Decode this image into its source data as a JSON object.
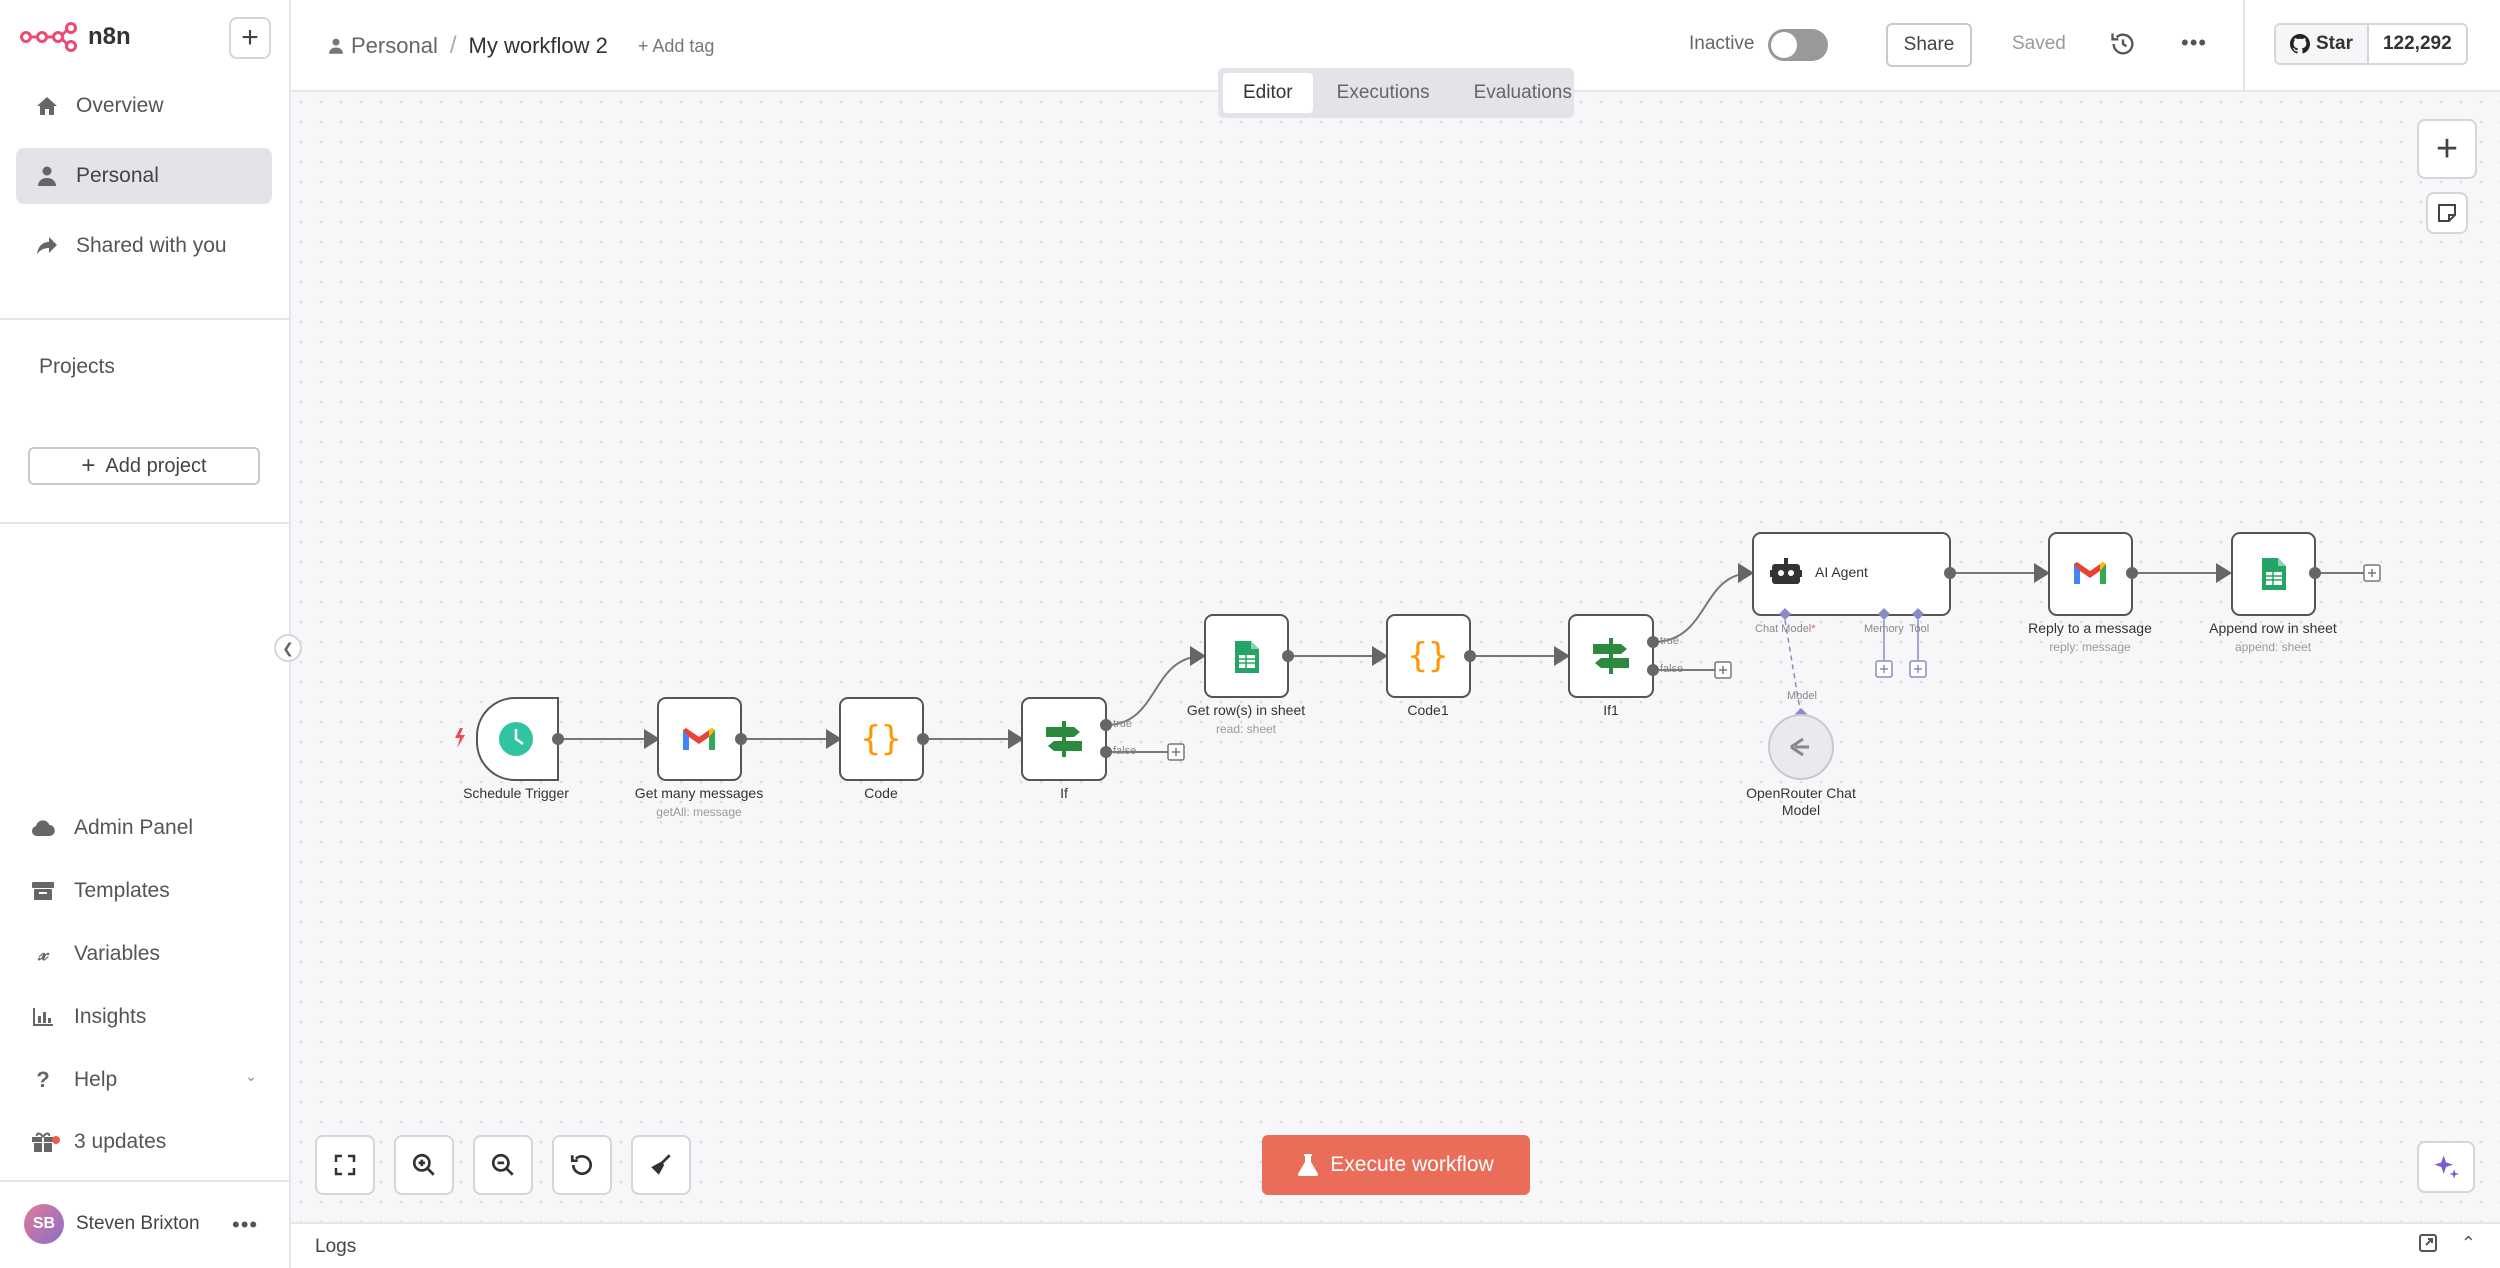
{
  "app": {
    "logo_text": "n8n"
  },
  "sidebar": {
    "nav": [
      {
        "label": "Overview",
        "icon": "home-icon"
      },
      {
        "label": "Personal",
        "icon": "user-icon",
        "active": true
      },
      {
        "label": "Shared with you",
        "icon": "share-icon"
      }
    ],
    "projects_title": "Projects",
    "add_project_label": "Add project",
    "bottom": [
      {
        "label": "Admin Panel",
        "icon": "cloud-icon"
      },
      {
        "label": "Templates",
        "icon": "box-icon"
      },
      {
        "label": "Variables",
        "icon": "variable-icon"
      },
      {
        "label": "Insights",
        "icon": "chart-icon"
      },
      {
        "label": "Help",
        "icon": "question-icon"
      },
      {
        "label": "3 updates",
        "icon": "gift-icon"
      }
    ],
    "user": {
      "initials": "SB",
      "name": "Steven Brixton"
    }
  },
  "header": {
    "breadcrumb_project": "Personal",
    "separator": "/",
    "workflow_name": "My workflow 2",
    "add_tag": "+ Add tag",
    "status_label": "Inactive",
    "share_label": "Share",
    "saved_label": "Saved",
    "github_star_label": "Star",
    "github_star_count": "122,292"
  },
  "tabs": [
    {
      "label": "Editor",
      "active": true
    },
    {
      "label": "Executions"
    },
    {
      "label": "Evaluations"
    }
  ],
  "workflow": {
    "nodes": [
      {
        "id": "schedule",
        "label": "Schedule Trigger",
        "sub": ""
      },
      {
        "id": "gmail1",
        "label": "Get many messages",
        "sub": "getAll: message"
      },
      {
        "id": "code",
        "label": "Code",
        "sub": ""
      },
      {
        "id": "if",
        "label": "If",
        "sub": ""
      },
      {
        "id": "sheet1",
        "label": "Get row(s) in sheet",
        "sub": "read: sheet"
      },
      {
        "id": "code1",
        "label": "Code1",
        "sub": ""
      },
      {
        "id": "if1",
        "label": "If1",
        "sub": ""
      },
      {
        "id": "agent",
        "label": "AI Agent",
        "sub": ""
      },
      {
        "id": "openrouter",
        "label": "OpenRouter Chat Model",
        "sub": ""
      },
      {
        "id": "gmail2",
        "label": "Reply to a message",
        "sub": "reply: message"
      },
      {
        "id": "sheet2",
        "label": "Append row in sheet",
        "sub": "append: sheet"
      }
    ],
    "branch_true": "true",
    "branch_false": "false",
    "agent_ports": {
      "chat_model": "Chat Model",
      "required": "*",
      "memory": "Memory",
      "tool": "Tool"
    },
    "model_connector_label": "Model"
  },
  "execute_label": "Execute workflow",
  "logs_label": "Logs"
}
